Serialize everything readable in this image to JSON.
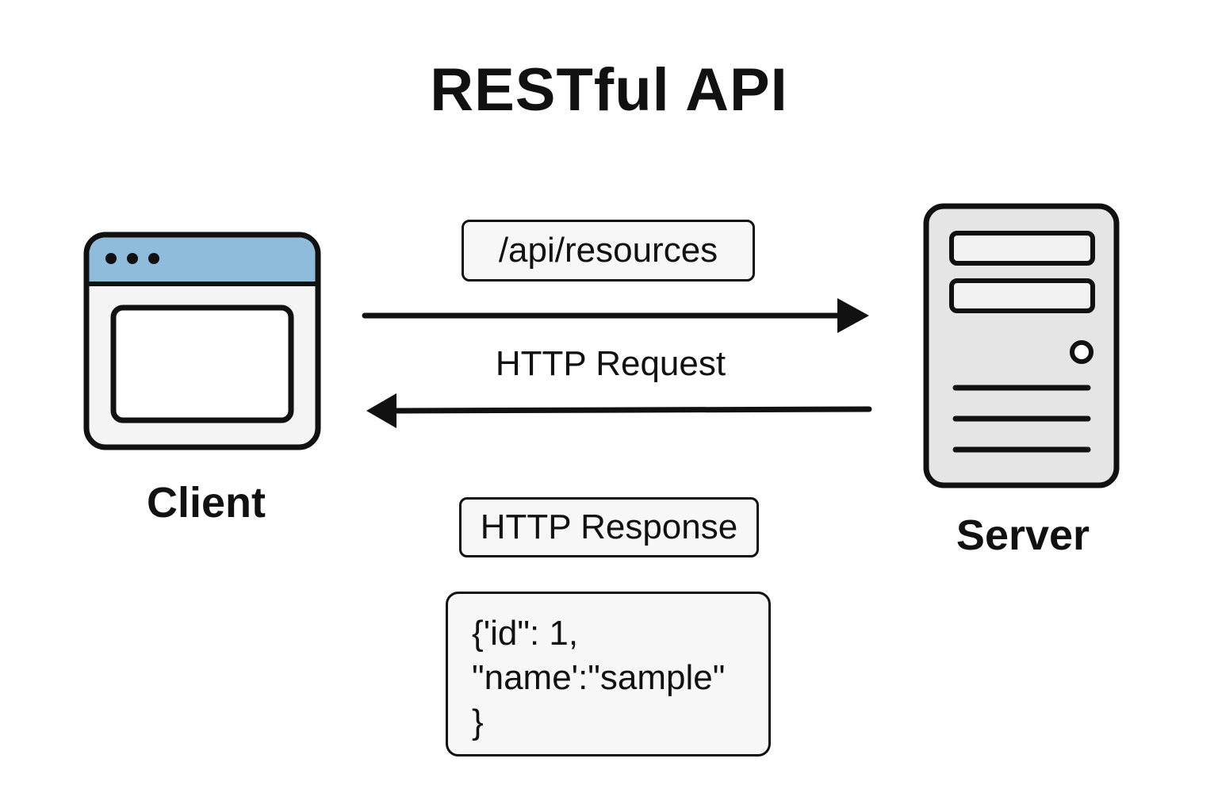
{
  "title": "RESTful API",
  "client": {
    "label": "Client",
    "icon": "browser-window-icon",
    "titlebar_color": "#8fbcdb"
  },
  "server": {
    "label": "Server",
    "icon": "server-tower-icon"
  },
  "request": {
    "endpoint": "/api/resources",
    "label": "HTTP Request"
  },
  "response": {
    "label": "HTTP Response",
    "body_lines": [
      "{'id\": 1,",
      "\"name':\"sample\"",
      "}"
    ]
  }
}
